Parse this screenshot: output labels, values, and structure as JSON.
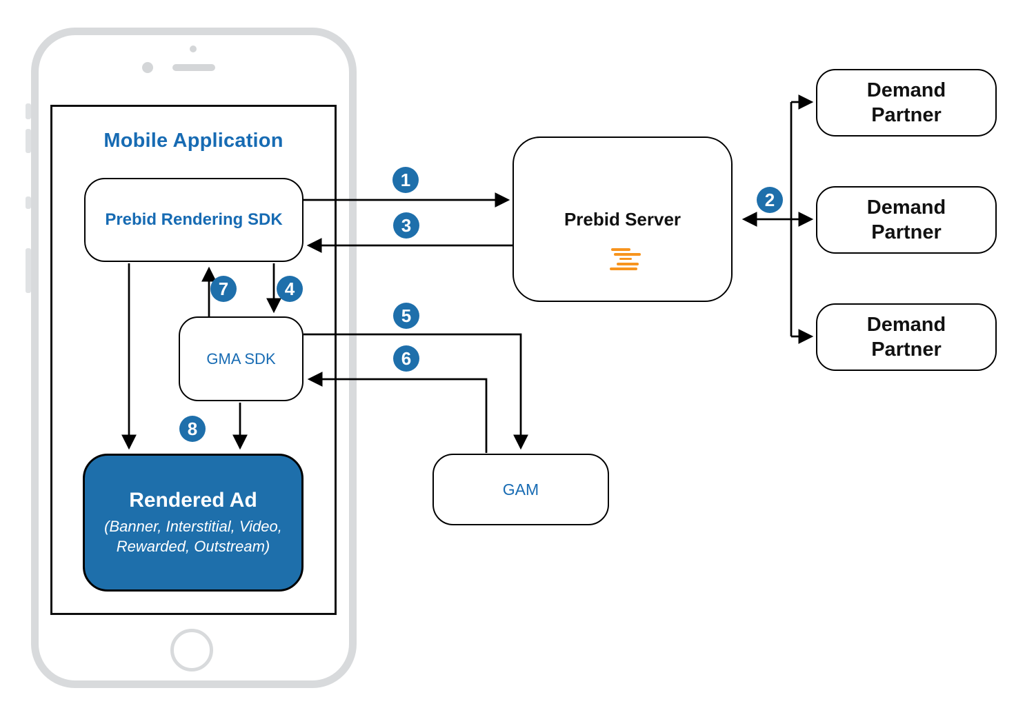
{
  "nodes": {
    "mobile_application": {
      "label": "Mobile Application"
    },
    "prebid_rendering_sdk": {
      "label": "Prebid Rendering SDK"
    },
    "gma_sdk": {
      "label": "GMA SDK"
    },
    "rendered_ad": {
      "title": "Rendered Ad",
      "subtitle": "(Banner, Interstitial, Video, Rewarded, Outstream)"
    },
    "prebid_server": {
      "label": "Prebid Server",
      "icon": "prebid-logo-icon"
    },
    "gam": {
      "label": "GAM"
    },
    "demand_partners": [
      {
        "label": "Demand Partner"
      },
      {
        "label": "Demand Partner"
      },
      {
        "label": "Demand Partner"
      }
    ]
  },
  "flow_steps": [
    {
      "label": "1"
    },
    {
      "label": "2"
    },
    {
      "label": "3"
    },
    {
      "label": "4"
    },
    {
      "label": "5"
    },
    {
      "label": "6"
    },
    {
      "label": "7"
    },
    {
      "label": "8"
    }
  ],
  "colors": {
    "accent_blue_text": "#176bb3",
    "fill_blue": "#1e6fab",
    "prebid_orange": "#f7941e",
    "line_black": "#000000",
    "phone_gray": "#d8dadc"
  }
}
